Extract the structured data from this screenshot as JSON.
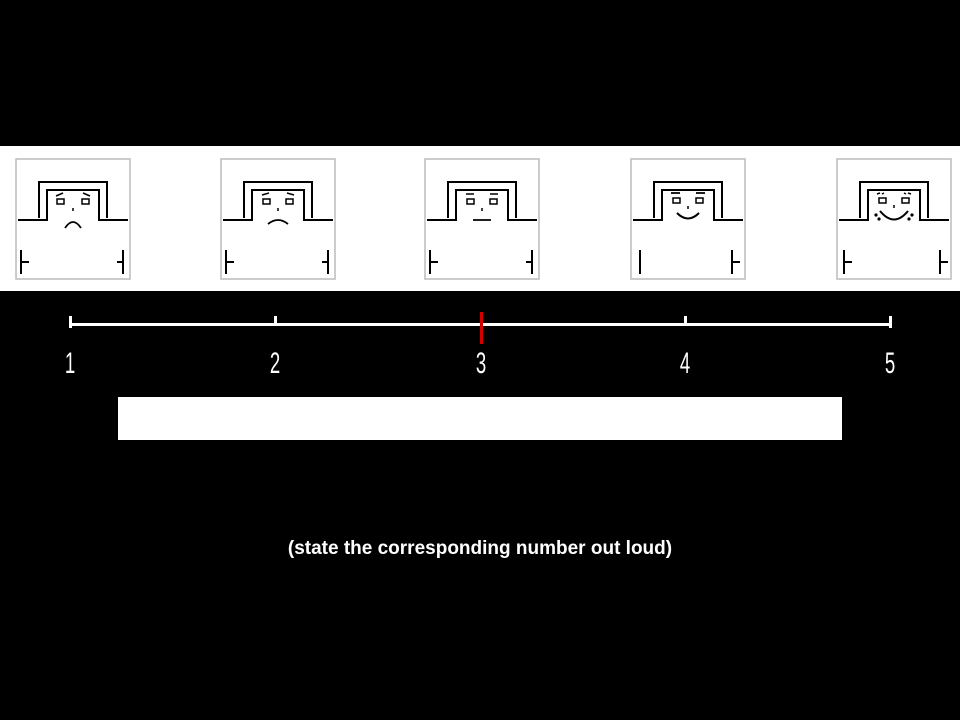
{
  "faces": [
    {
      "icon": "very-sad-face-icon"
    },
    {
      "icon": "sad-face-icon"
    },
    {
      "icon": "neutral-face-icon"
    },
    {
      "icon": "happy-face-icon"
    },
    {
      "icon": "very-happy-face-icon"
    }
  ],
  "scale": {
    "labels": [
      "1",
      "2",
      "3",
      "4",
      "5"
    ],
    "selected_value": 3,
    "marker_color": "#d40000"
  },
  "answer_box": {
    "value": ""
  },
  "instruction": "(state the corresponding number out loud)"
}
